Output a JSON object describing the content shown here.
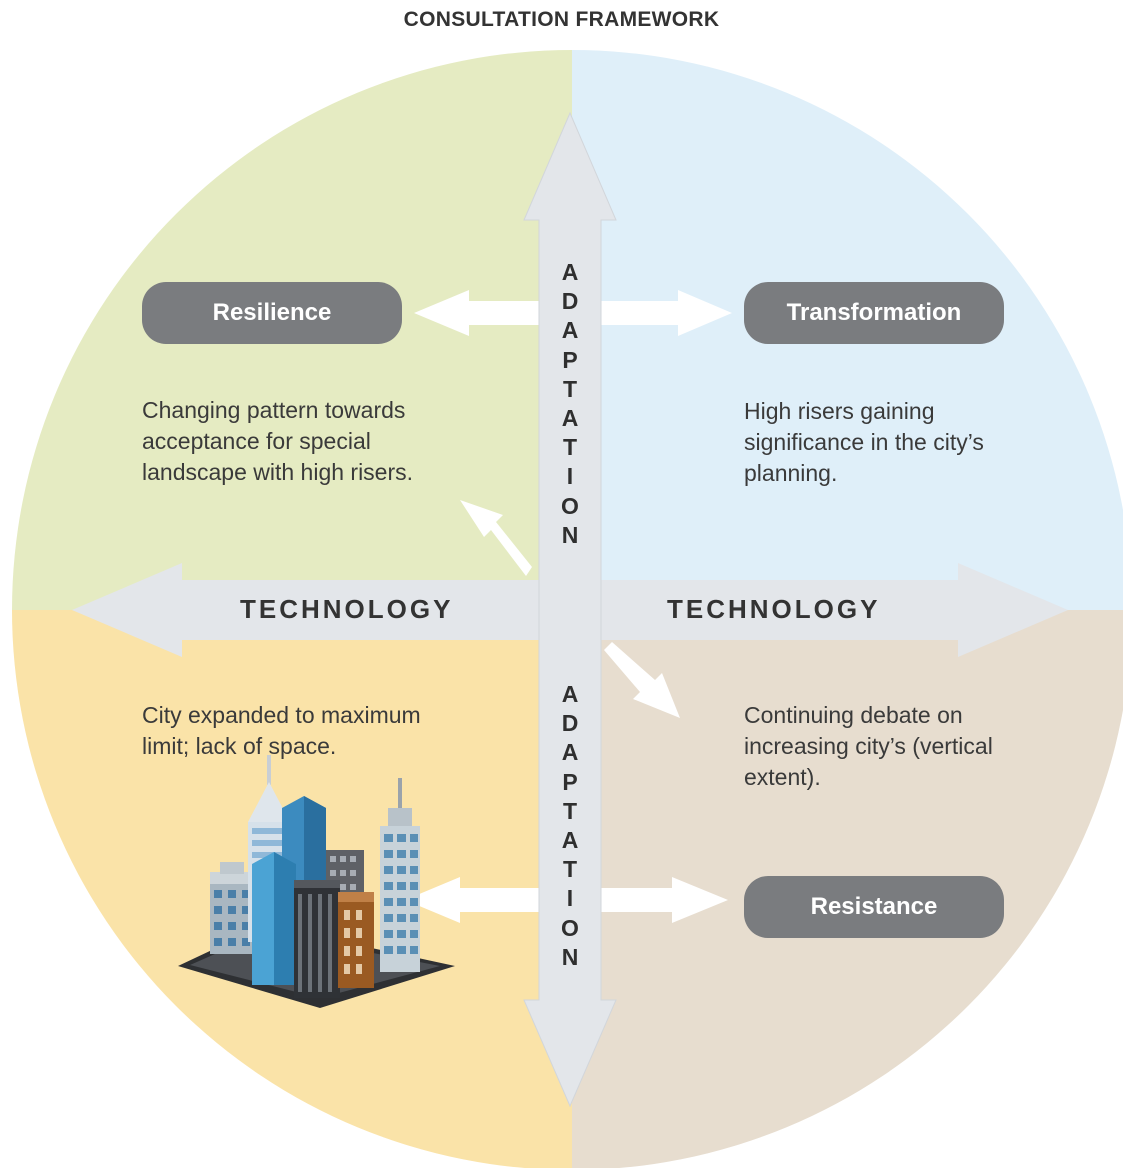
{
  "title": "CONSULTATION FRAMEWORK",
  "labels": {
    "resilience": "Resilience",
    "transformation": "Transformation",
    "resistance": "Resistance"
  },
  "axes": {
    "horizontal_left": "TECHNOLOGY",
    "horizontal_right": "TECHNOLOGY",
    "vertical_top": "ADAPTATION",
    "vertical_bottom": "ADAPTATION"
  },
  "descriptions": {
    "top_left": "Changing pattern towards acceptance for special landscape with high risers.",
    "top_right": "High risers gaining significance in the city’s planning.",
    "bottom_left": "City expanded to maximum limit; lack of space.",
    "bottom_right": "Continuing debate on increasing city’s (vertical extent)."
  },
  "colors": {
    "top_left": "#e5ebc2",
    "top_right": "#dfeff9",
    "bottom_left": "#fae3a8",
    "bottom_right": "#e7ddcf",
    "arrow": "#e3e6ea",
    "pill": "#7a7c7f"
  },
  "icons": {
    "city": "city-buildings-icon"
  }
}
